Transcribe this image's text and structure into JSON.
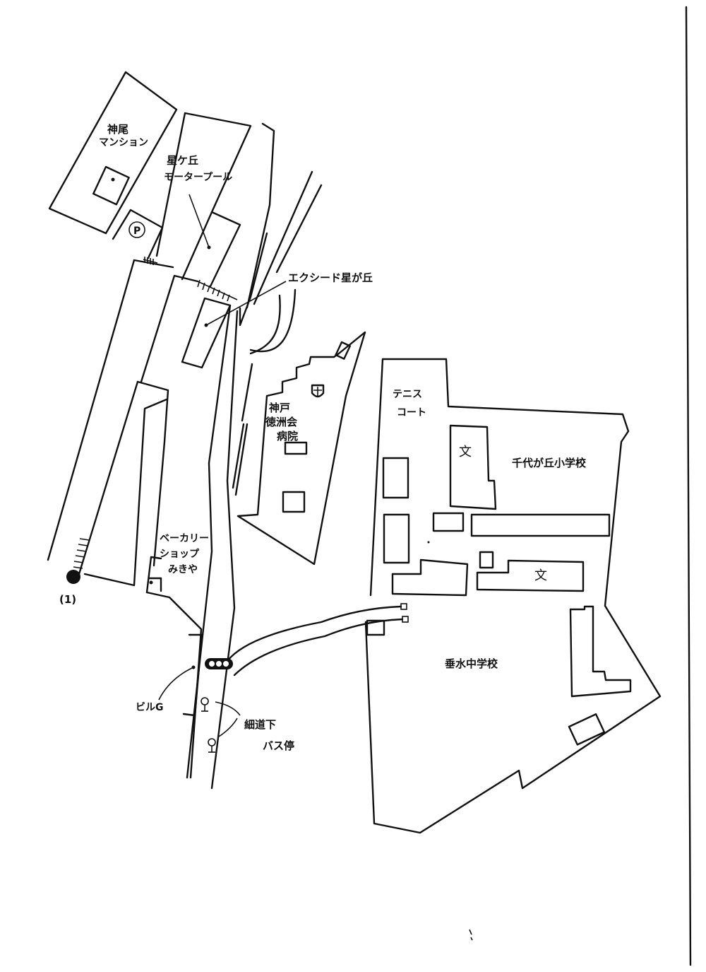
{
  "labels": {
    "kamio_1": "神尾",
    "kamio_2": "マンション",
    "motorpool_1": "星ケ丘",
    "motorpool_2": "モータープール",
    "parking": "P",
    "exceed": "エクシード星が丘",
    "hospital_1": "神戸",
    "hospital_2": "徳洲会",
    "hospital_3": "病院",
    "tennis_1": "テニス",
    "tennis_2": "コート",
    "elementary": "千代が丘小学校",
    "junior_high": "垂水中学校",
    "bakery_1": "ベーカリー",
    "bakery_2": "ショップ",
    "bakery_3": "みきや",
    "building_g": "ビルG",
    "busstop_1": "細道下",
    "busstop_2": "バス停",
    "start_marker": "(1)",
    "school_symbol": "文"
  },
  "colors": {
    "ink": "#111111",
    "paper": "#ffffff"
  },
  "icons": {
    "hospital": "hospital-cross-icon",
    "school": "school-symbol-icon",
    "traffic_light": "traffic-light-icon",
    "bus_stop": "bus-stop-icon",
    "parking": "parking-icon"
  }
}
